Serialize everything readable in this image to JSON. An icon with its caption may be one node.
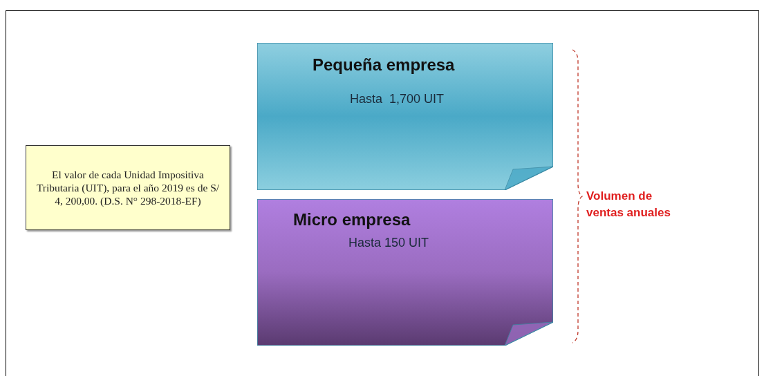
{
  "diagram": {
    "nodes": [
      {
        "text": [
          "El valor de cada Unidad Impositiva Tributaria (UIT), para el año 2019 es de S/ 4, 200,00. (D.S. N° 298-2018-EF)"
        ]
      },
      {
        "text": [
          "Pequeña empresa",
          "Hasta  1,700 UIT"
        ]
      },
      {
        "text": [
          "Micro empresa",
          "Hasta 150 UIT"
        ]
      }
    ],
    "edges": [],
    "labels": [
      "Volumen de ventas anuales"
    ]
  }
}
